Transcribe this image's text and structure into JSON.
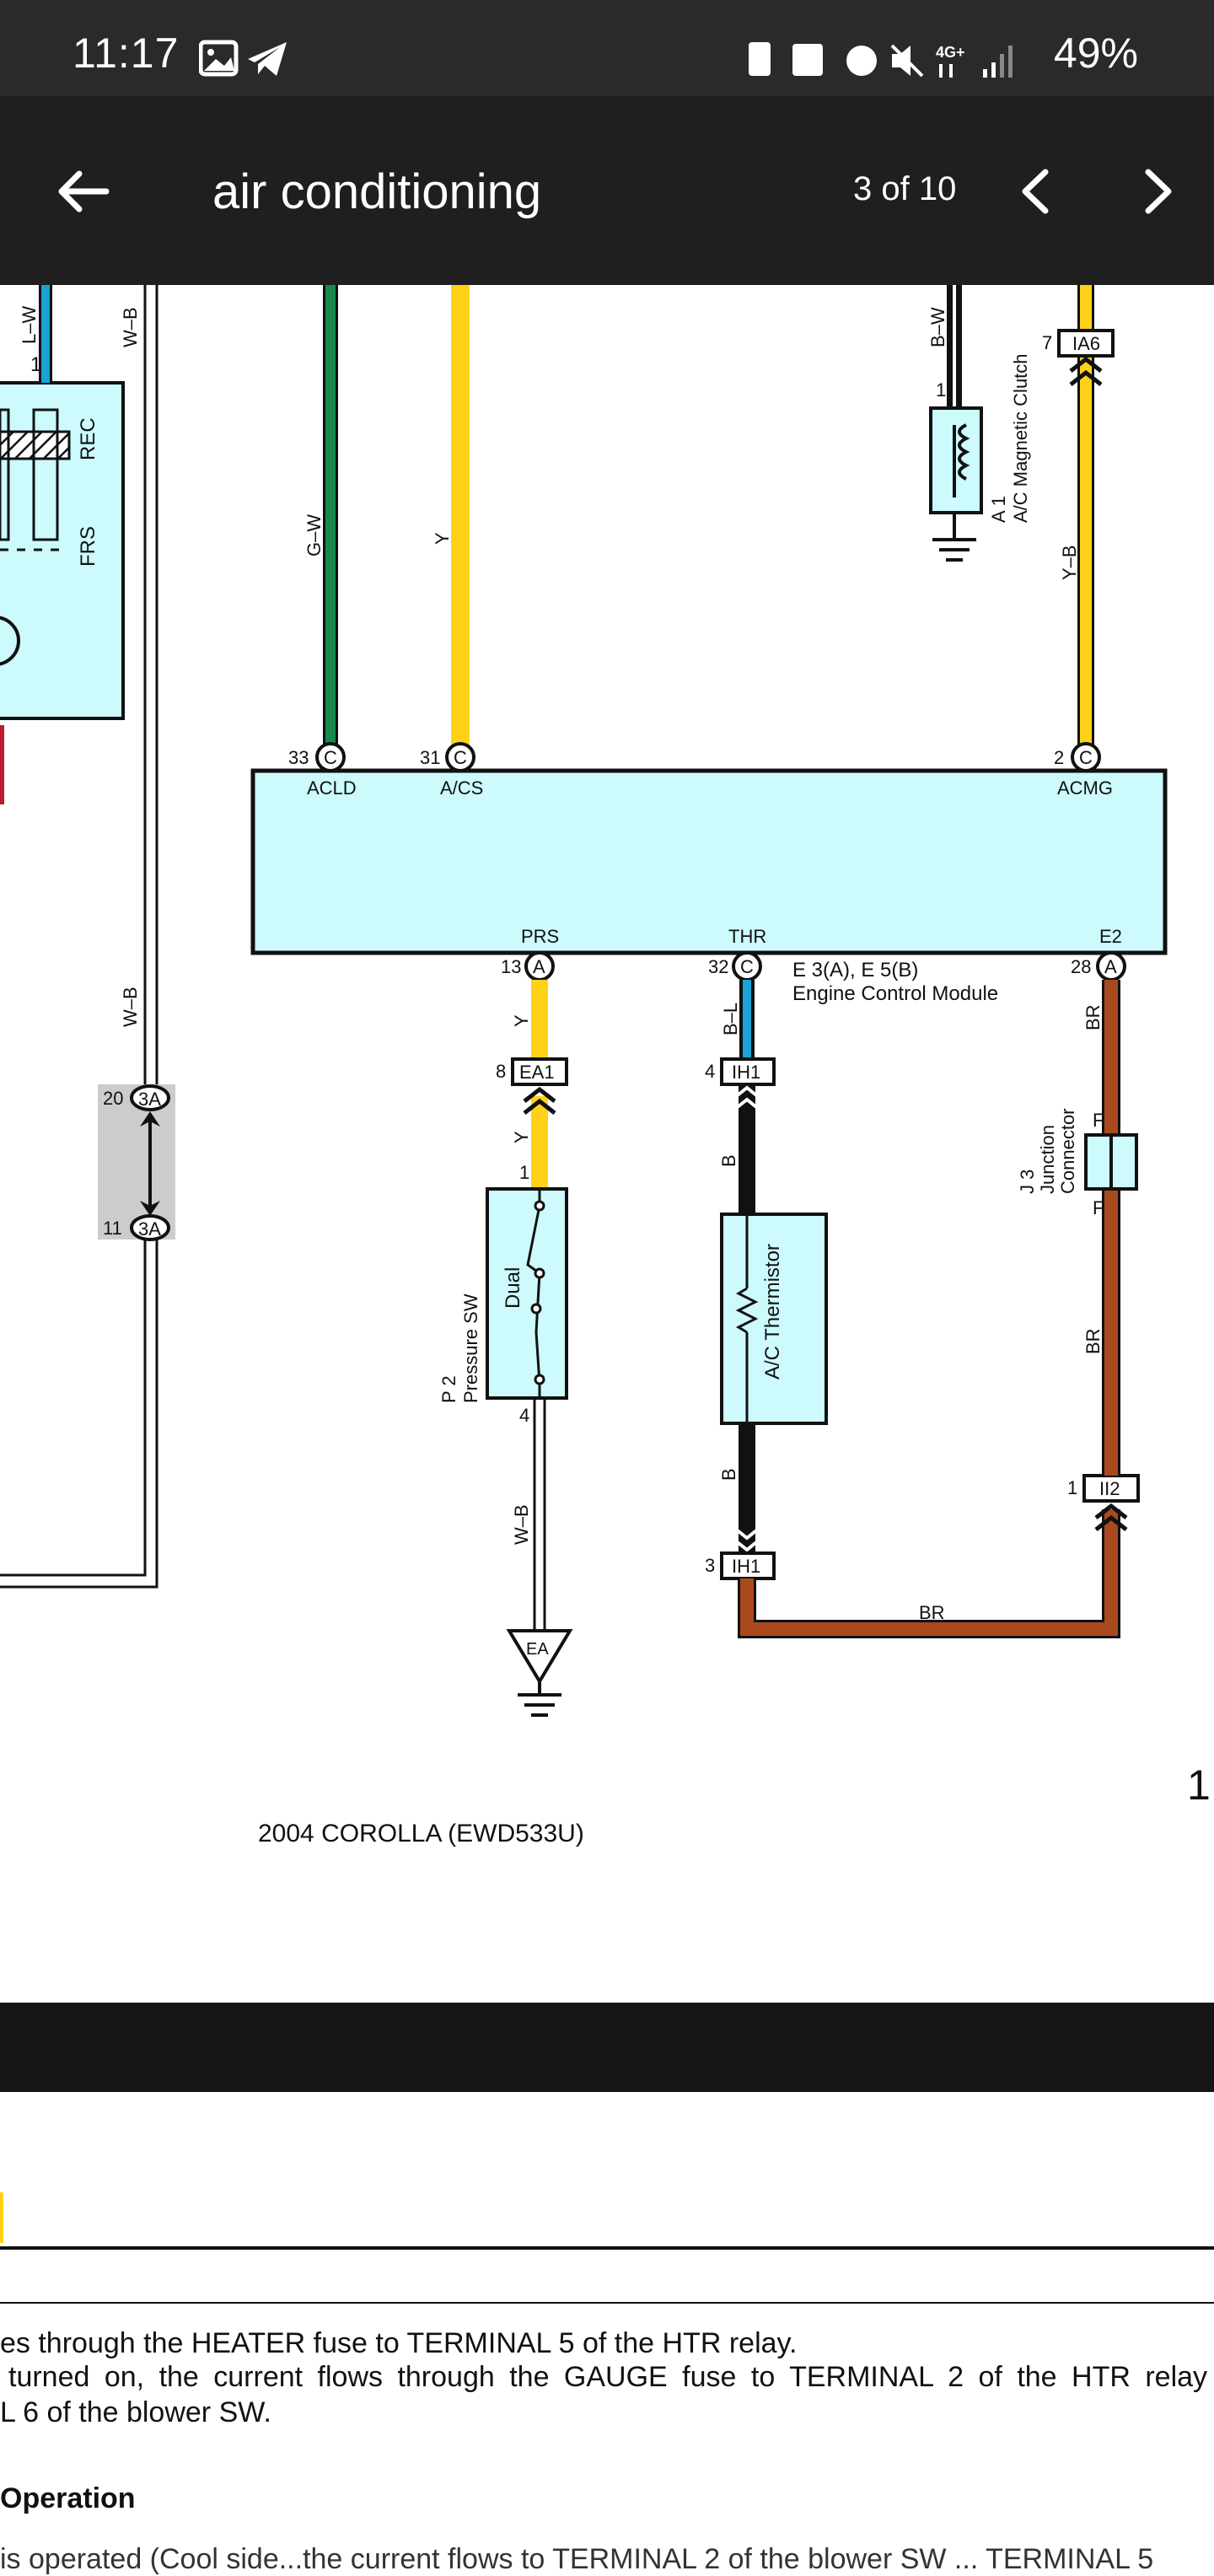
{
  "status_bar": {
    "time": "11:17",
    "battery": "49%",
    "network": "4G+"
  },
  "app_bar": {
    "title": "air conditioning",
    "page_counter": "3 of 10"
  },
  "diagram": {
    "wire_labels": {
      "l_w": "L–W",
      "w_b_top": "W–B",
      "g_w": "G–W",
      "y_top": "Y",
      "b_w": "B–W",
      "y_b": "Y–B",
      "w_b_mid": "W–B",
      "y_prs1": "Y",
      "y_prs2": "Y",
      "b_l": "B–L",
      "b_thr1": "B",
      "br_e2": "BR",
      "br_mid": "BR",
      "b_thr2": "B",
      "w_b_low": "W–B",
      "br_bottom": "BR"
    },
    "blower_labels": {
      "pin1": "1",
      "rec": "REC",
      "frs": "FRS"
    },
    "connectors": {
      "ia6": "IA6",
      "ia6_pin": "7",
      "ea1": "EA1",
      "ea1_pin": "8",
      "ih1_top": "IH1",
      "ih1_top_pin": "4",
      "ih1_bottom": "IH1",
      "ih1_bottom_pin": "3",
      "ii2": "II2",
      "ii2_pin": "1",
      "c3a_1": "3A",
      "c3a_1_pin": "20",
      "c3a_2": "3A",
      "c3a_2_pin": "11",
      "ea": "EA"
    },
    "ecm": {
      "label_line1": "E 3(A), E 5(B)",
      "label_line2": "Engine Control Module",
      "top_pins": [
        {
          "num": "33",
          "conn": "C",
          "name": "ACLD"
        },
        {
          "num": "31",
          "conn": "C",
          "name": "A/CS"
        },
        {
          "num": "2",
          "conn": "C",
          "name": "ACMG"
        }
      ],
      "bottom_pins": [
        {
          "num": "13",
          "conn": "A",
          "name": "PRS"
        },
        {
          "num": "32",
          "conn": "C",
          "name": "THR"
        },
        {
          "num": "28",
          "conn": "A",
          "name": "E2"
        }
      ]
    },
    "components": {
      "clutch_id": "A 1",
      "clutch_name": "A/C Magnetic Clutch",
      "clutch_pin": "1",
      "pressure_id": "P 2",
      "pressure_name": "Pressure SW",
      "pressure_inner": "Dual",
      "pressure_pin1": "1",
      "pressure_pin4": "4",
      "thermistor_name": "A/C Thermistor",
      "junction_id": "J 3",
      "junction_name1": "Junction",
      "junction_name2": "Connector",
      "junction_f1": "F",
      "junction_f2": "F"
    },
    "footer_model": "2004 COROLLA (EWD533U)",
    "page_number": "1"
  },
  "document": {
    "line1": "es through the HEATER fuse to TERMINAL 5 of the HTR relay.",
    "line2": "turned on, the current flows through the GAUGE fuse to TERMINAL 2 of the HTR relay",
    "line3": "L 6 of the blower SW.",
    "heading": "Operation",
    "line4": "is operated (Cool side...the current flows to TERMINAL 2 of the blower SW ... TERMINAL 5"
  },
  "colors": {
    "green": "#1a8a4a",
    "yellow": "#ffd21a",
    "blue": "#1aa3d6",
    "brown": "#a84a1e",
    "cyan_fill": "#ccfafd",
    "red": "#c0182c",
    "gray": "#cccccc"
  }
}
